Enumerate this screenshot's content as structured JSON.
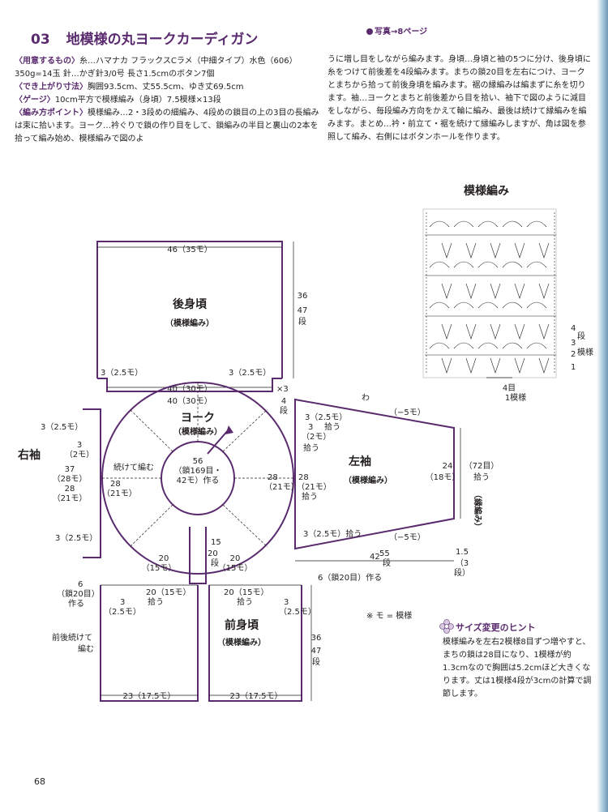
{
  "heading": {
    "number": "03",
    "title": "地模様の丸ヨークカーディガン",
    "photo_ref": "写真→8ページ"
  },
  "instructions": {
    "col1": [
      {
        "label": "〈用意するもの〉",
        "text": "糸…ハマナカ フラックスCラメ（中細タイプ）水色（606）350g=14玉 針…かぎ針3/0号 長さ1.5cmのボタン7個"
      },
      {
        "label": "〈でき上がり寸法〉",
        "text": "胸囲93.5cm、丈55.5cm、ゆき丈69.5cm"
      },
      {
        "label": "〈ゲージ〉",
        "text": "10cm平方で模様編み（身頃）7.5模様×13段"
      },
      {
        "label": "〈編み方ポイント〉",
        "text": "模様編み…2・3段めの細編み、4段めの鎖目の上の3目の長編みは束に拾います。ヨーク…衿ぐりで鎖の作り目をして、鎖編みの半目と裏山の2本を拾って編み始め、模様編みで図のよ"
      }
    ],
    "col2": "うに増し目をしながら編みます。身頃…身頃と袖の5つに分け、後身頃に糸をつけて前後差を4段編みます。まちの鎖20目を左右につけ、ヨークとまちから拾って前後身頃を編みます。裾の縁編みは編まずに糸を切ります。袖…ヨークとまちと前後差から目を拾い、袖下で図のように減目をしながら、毎段編み方向をかえて輪に編み、最後は続けて縁編みを編みます。まとめ…衿・前立て・裾を続けて縁編みしますが、角は図を参照して編み、右側にはボタンホールを作ります。"
  },
  "diagram": {
    "back_title": "後身頃",
    "back_pattern": "（模様編み）",
    "back_width": "46（35モ）",
    "back_height_a": "36",
    "back_height_b": "47",
    "back_height_unit": "段",
    "back_side_left": "3（2.5モ）",
    "back_side_right": "3（2.5モ）",
    "x3": "×3",
    "yoke_outer": "40（30モ）",
    "yoke_outer2": "40（30モ）",
    "yoke_title": "ヨーク",
    "yoke_pattern": "（模様編み）",
    "neck_a": "56",
    "neck_b": "（鎖169目・",
    "neck_c": "42モ）作る",
    "cont": "続けて編む",
    "right_sleeve": "右袖",
    "rs_a": "3（2.5モ）",
    "rs_b": "3",
    "rs_c": "（2モ）",
    "rs_d": "37",
    "rs_e": "（28モ）",
    "rs_f": "28",
    "rs_g": "（21モ）",
    "rs_h": "28",
    "rs_i": "（21モ）",
    "rs_j": "3（2.5モ）",
    "left_sleeve": "左袖",
    "ls_pattern": "（模様編み）",
    "ls_a": "4",
    "ls_b": "段",
    "ls_c": "3（2.5モ）",
    "ls_d": "拾う",
    "ls_e": "3",
    "ls_f": "（2モ）",
    "ls_g": "拾う",
    "ls_h": "28",
    "ls_i": "（21モ）",
    "ls_j": "28",
    "ls_k": "（21モ）",
    "ls_l": "拾う",
    "ls_m": "3（2.5モ）拾う",
    "ls_dec_top": "（−5モ）",
    "ls_dec_bot": "（−5モ）",
    "ls_w": "わ",
    "ls_cuff_a": "24",
    "ls_cuff_b": "（18モ）",
    "ls_cuff_c": "（72目）",
    "ls_cuff_d": "拾う",
    "edge": "（縁編み）",
    "ls_len_a": "42",
    "ls_len_b": "55",
    "ls_len_c": "段",
    "ls_edge_a": "1.5",
    "ls_edge_b": "（3",
    "ls_edge_c": "段）",
    "gusset_l": "20",
    "gusset_l2": "（15モ）",
    "gusset_r": "20",
    "gusset_r2": "（15モ）",
    "center_a": "15",
    "center_b": "20",
    "center_c": "段",
    "front_pick_l": "20（15モ）",
    "front_pick_l2": "拾う",
    "front_pick_r": "20（15モ）",
    "front_pick_r2": "拾う",
    "front_l_a": "6",
    "front_l_b": "（鎖20目）",
    "front_l_c": "作る",
    "front_l_d": "3",
    "front_l_e": "（2.5モ）",
    "front_r_a": "6（鎖20目）作る",
    "front_r_b": "3",
    "front_r_c": "（2.5モ）",
    "front_title": "前身頃",
    "front_pattern": "（模様編み）",
    "front_cont_a": "前後続けて",
    "front_cont_b": "編む",
    "front_h_a": "36",
    "front_h_b": "47",
    "front_h_c": "段",
    "front_w_l": "23（17.5モ）",
    "front_w_r": "23（17.5モ）",
    "note": "※ モ = 模様"
  },
  "stitch_chart": {
    "title": "模様編み",
    "rows": [
      "4",
      "3",
      "2",
      "1"
    ],
    "row_unit": "段",
    "side_label": "模様",
    "repeat_a": "4目",
    "repeat_b": "1模様"
  },
  "hint": {
    "title": "サイズ変更のヒント",
    "body": "模様編みを左右2模様8目ずつ増やすと、まちの鎖は28目になり、1模様が約1.3cmなので胸囲は5.2cmほど大きくなります。丈は1模様4段が3cmの計算で調節します。"
  },
  "page_number": "68"
}
